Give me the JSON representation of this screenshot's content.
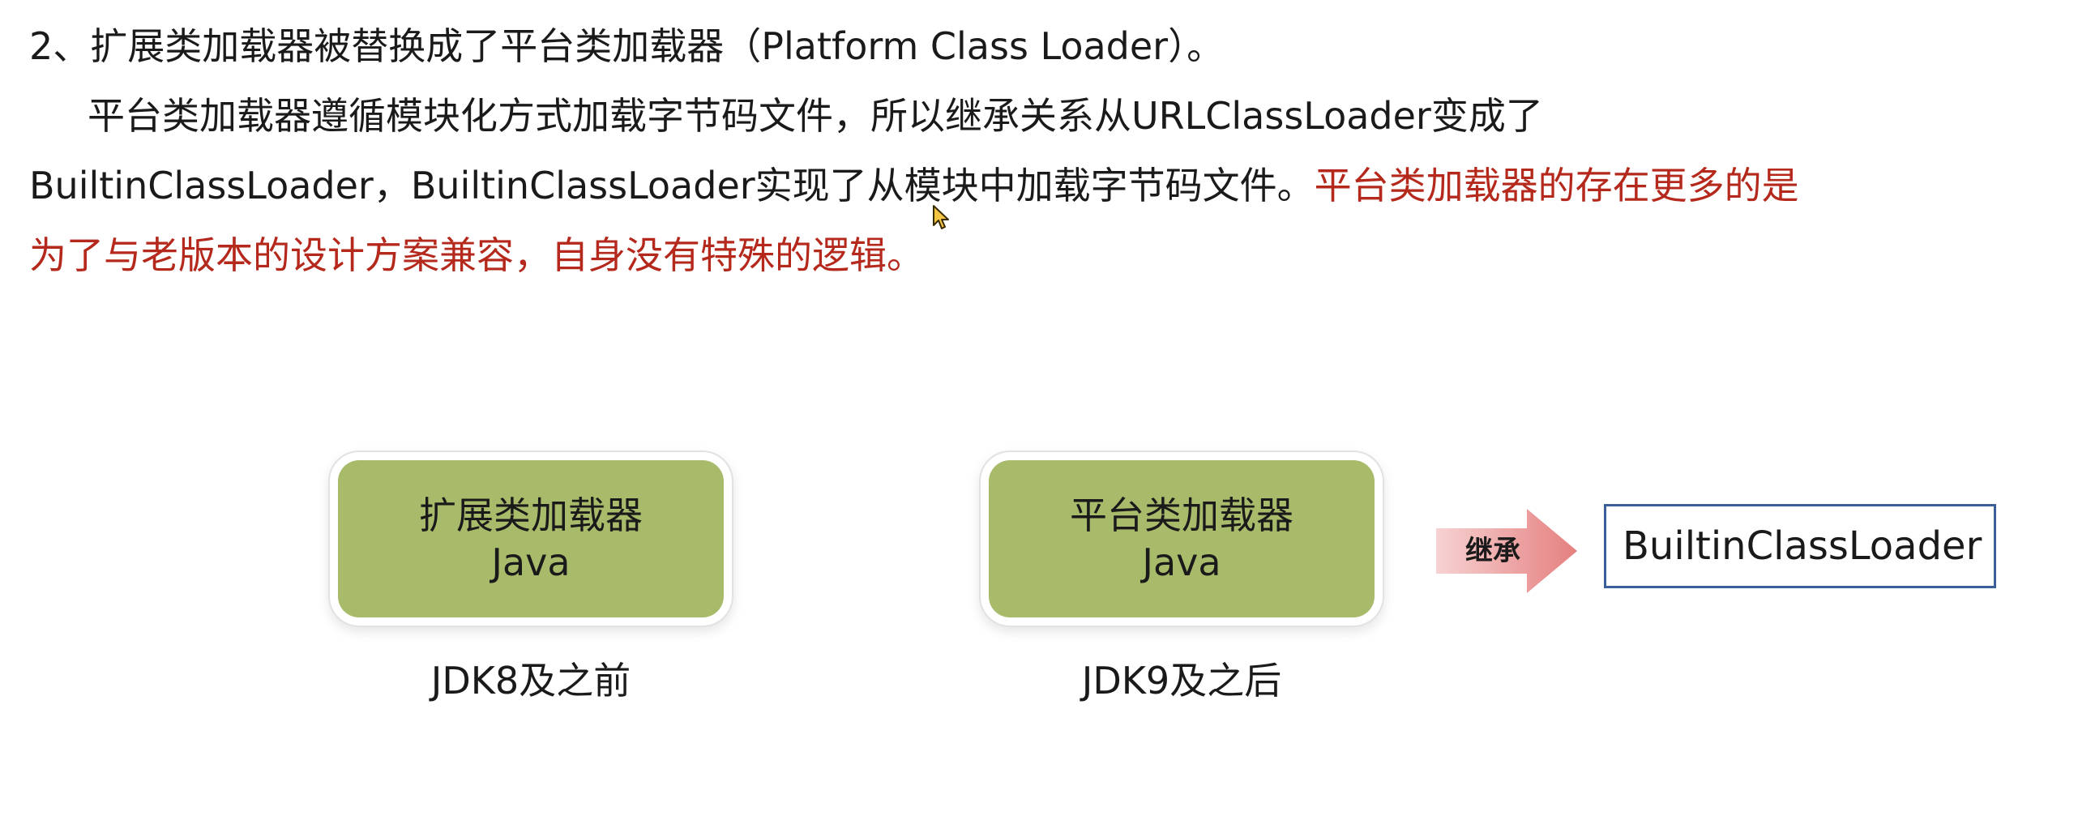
{
  "text": {
    "line1": "2、扩展类加载器被替换成了平台类加载器（Platform Class Loader）。",
    "line2": "平台类加载器遵循模块化方式加载字节码文件，所以继承关系从URLClassLoader变成了",
    "line3_black": "BuiltinClassLoader，BuiltinClassLoader实现了从模块中加载字节码文件。",
    "line3_red": "平台类加载器的存在更多的是",
    "line4_red": "为了与老版本的设计方案兼容，自身没有特殊的逻辑。"
  },
  "diagram": {
    "ext_box": {
      "title": "扩展类加载器",
      "sub": "Java"
    },
    "ext_caption": "JDK8及之前",
    "plat_box": {
      "title": "平台类加载器",
      "sub": "Java"
    },
    "plat_caption": "JDK9及之后",
    "arrow_label": "继承",
    "builtin_label": "BuiltinClassLoader"
  },
  "colors": {
    "highlight_red": "#b5281c",
    "box_green": "#a8bb6b",
    "arrow_pink": "#ea8a8a",
    "builtin_border": "#3d5f99"
  },
  "icons": {
    "cursor": "mouse-pointer-icon",
    "arrow": "right-arrow-icon"
  }
}
